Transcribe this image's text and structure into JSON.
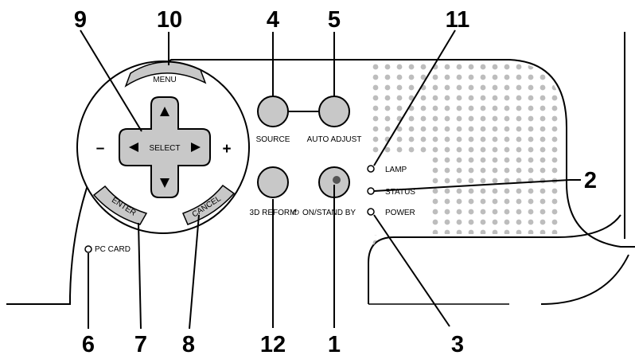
{
  "callouts": [
    "9",
    "10",
    "4",
    "5",
    "11",
    "2",
    "3",
    "1",
    "12",
    "8",
    "7",
    "6"
  ],
  "buttons": {
    "menu": "MENU",
    "select": "SELECT",
    "minus": "–",
    "plus": "+",
    "enter": "ENTER",
    "cancel": "CANCEL",
    "source": "SOURCE",
    "auto_adjust": "AUTO ADJUST",
    "reform": "3D REFORM",
    "power": "ON/STAND BY",
    "power_symbol": "⏻"
  },
  "indicators": {
    "lamp": "LAMP",
    "status": "STATUS",
    "power": "POWER",
    "pc_card": "PC CARD"
  }
}
